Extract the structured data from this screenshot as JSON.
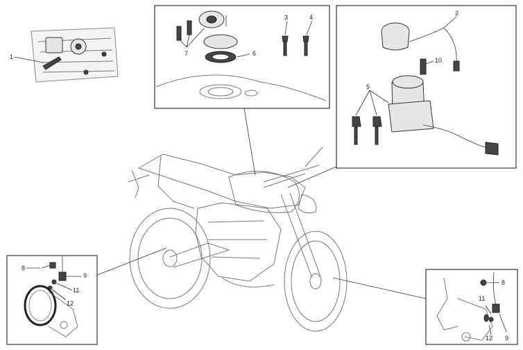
{
  "callouts": {
    "c1": "1",
    "c2": "2",
    "c3": "3",
    "c4": "4",
    "c5": "5",
    "c6": "6",
    "c7": "7",
    "c10": "10",
    "left": {
      "c8": "8",
      "c9": "9",
      "c11": "11",
      "c12": "12"
    },
    "right": {
      "c8": "8",
      "c11": "11",
      "c12": "12",
      "c9": "9"
    }
  }
}
